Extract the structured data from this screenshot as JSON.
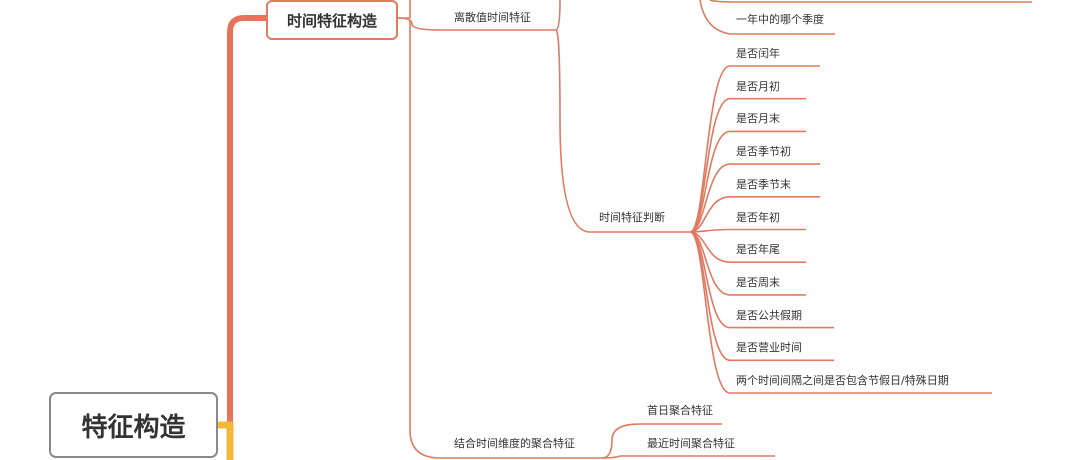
{
  "colors": {
    "branch_main": "#e8735b",
    "branch_accent": "#f3b73a",
    "connector": "#e07a63",
    "root_border": "#8a8a8a"
  },
  "root": {
    "label": "特征构造"
  },
  "topic": {
    "label": "时间特征构造"
  },
  "branches": {
    "discrete": {
      "label": "离散值时间特征"
    },
    "season": {
      "label": "一年中的哪个季度"
    },
    "judge": {
      "label": "时间特征判断",
      "items": [
        "是否闰年",
        "是否月初",
        "是否月末",
        "是否季节初",
        "是否季节末",
        "是否年初",
        "是否年尾",
        "是否周末",
        "是否公共假期",
        "是否营业时间",
        "两个时间间隔之间是否包含节假日/特殊日期"
      ]
    },
    "aggregate": {
      "label": "结合时间维度的聚合特征",
      "items": [
        "首日聚合特征",
        "最近时间聚合特征"
      ]
    }
  }
}
